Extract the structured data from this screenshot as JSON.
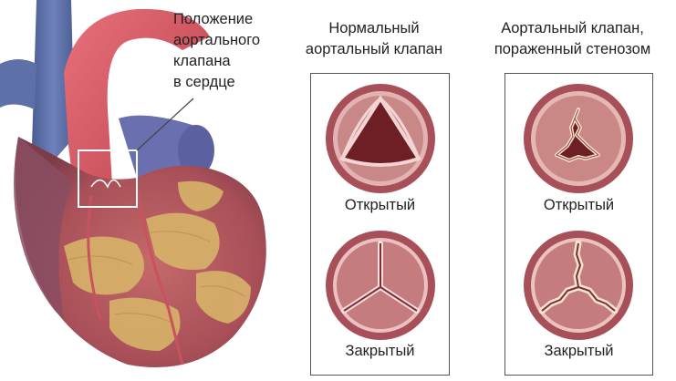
{
  "callout": {
    "lines": [
      "Положение",
      "аортального",
      "клапана",
      "в сердце"
    ]
  },
  "columns": [
    {
      "title_lines": [
        "Нормальный",
        "аортальный клапан"
      ],
      "open_label": "Открытый",
      "closed_label": "Закрытый"
    },
    {
      "title_lines": [
        "Аортальный клапан,",
        "пораженный стенозом"
      ],
      "open_label": "Открытый",
      "closed_label": "Закрытый"
    }
  ],
  "colors": {
    "heart_muscle": "#b35a5a",
    "heart_dark": "#8a4552",
    "fat": "#d9b56a",
    "aorta": "#d9606a",
    "vein": "#5a6fa8",
    "valve_ring": "#a8505a",
    "valve_leaflet": "#d9a4a4",
    "valve_opening": "#6e1f26",
    "box_border": "#555555"
  }
}
